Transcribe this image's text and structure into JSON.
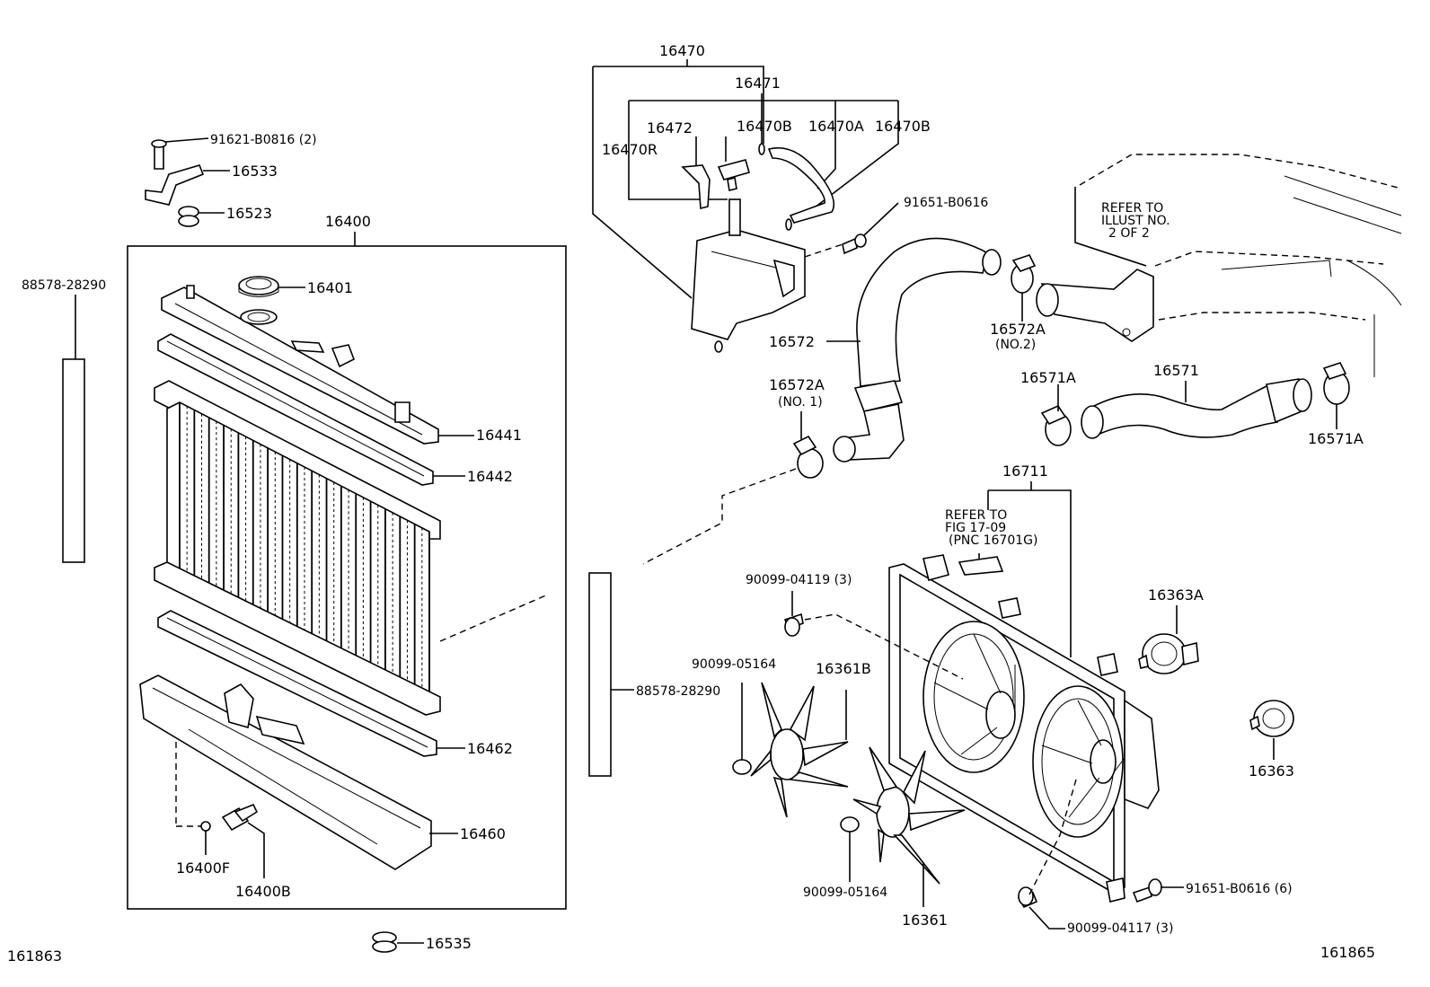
{
  "labels": {
    "p16470": "16470",
    "p16471": "16471",
    "p16472": "16472",
    "p16470b_1": "16470B",
    "p16470a": "16470A",
    "p16470b_2": "16470B",
    "p16470r": "16470R",
    "p91651_b0616": "91651-B0616",
    "p91621_b0816": "91621-B0816 (2)",
    "p16533": "16533",
    "p16523": "16523",
    "p16400": "16400",
    "p88578_left": "88578-28290",
    "p16401": "16401",
    "p16441": "16441",
    "p16442": "16442",
    "p16462": "16462",
    "p16460": "16460",
    "p16400f": "16400F",
    "p16400b": "16400B",
    "p16535": "16535",
    "fig_left": "161863",
    "fig_right": "161865",
    "p16572": "16572",
    "p16572a_no1": "16572A",
    "p16572a_no1_sub": "(NO. 1)",
    "p16572a_no2": "16572A",
    "p16572a_no2_sub": "(NO.2)",
    "refer_illust_1": "REFER TO",
    "refer_illust_2": "ILLUST NO.",
    "refer_illust_3": "2 OF 2",
    "p16571a_1": "16571A",
    "p16571": "16571",
    "p16571a_2": "16571A",
    "p16711": "16711",
    "refer_fig_1": "REFER  TO",
    "refer_fig_2": "FIG 17-09",
    "refer_fig_3": "(PNC 16701G)",
    "p90099_04119": "90099-04119 (3)",
    "p90099_05164_a": "90099-05164",
    "p16361b": "16361B",
    "p88578_mid": "88578-28290",
    "p90099_05164_b": "90099-05164",
    "p16361": "16361",
    "p16363a": "16363A",
    "p16363": "16363",
    "p91651_b0616_6": "91651-B0616 (6)",
    "p90099_04117": "90099-04117 (3)"
  }
}
